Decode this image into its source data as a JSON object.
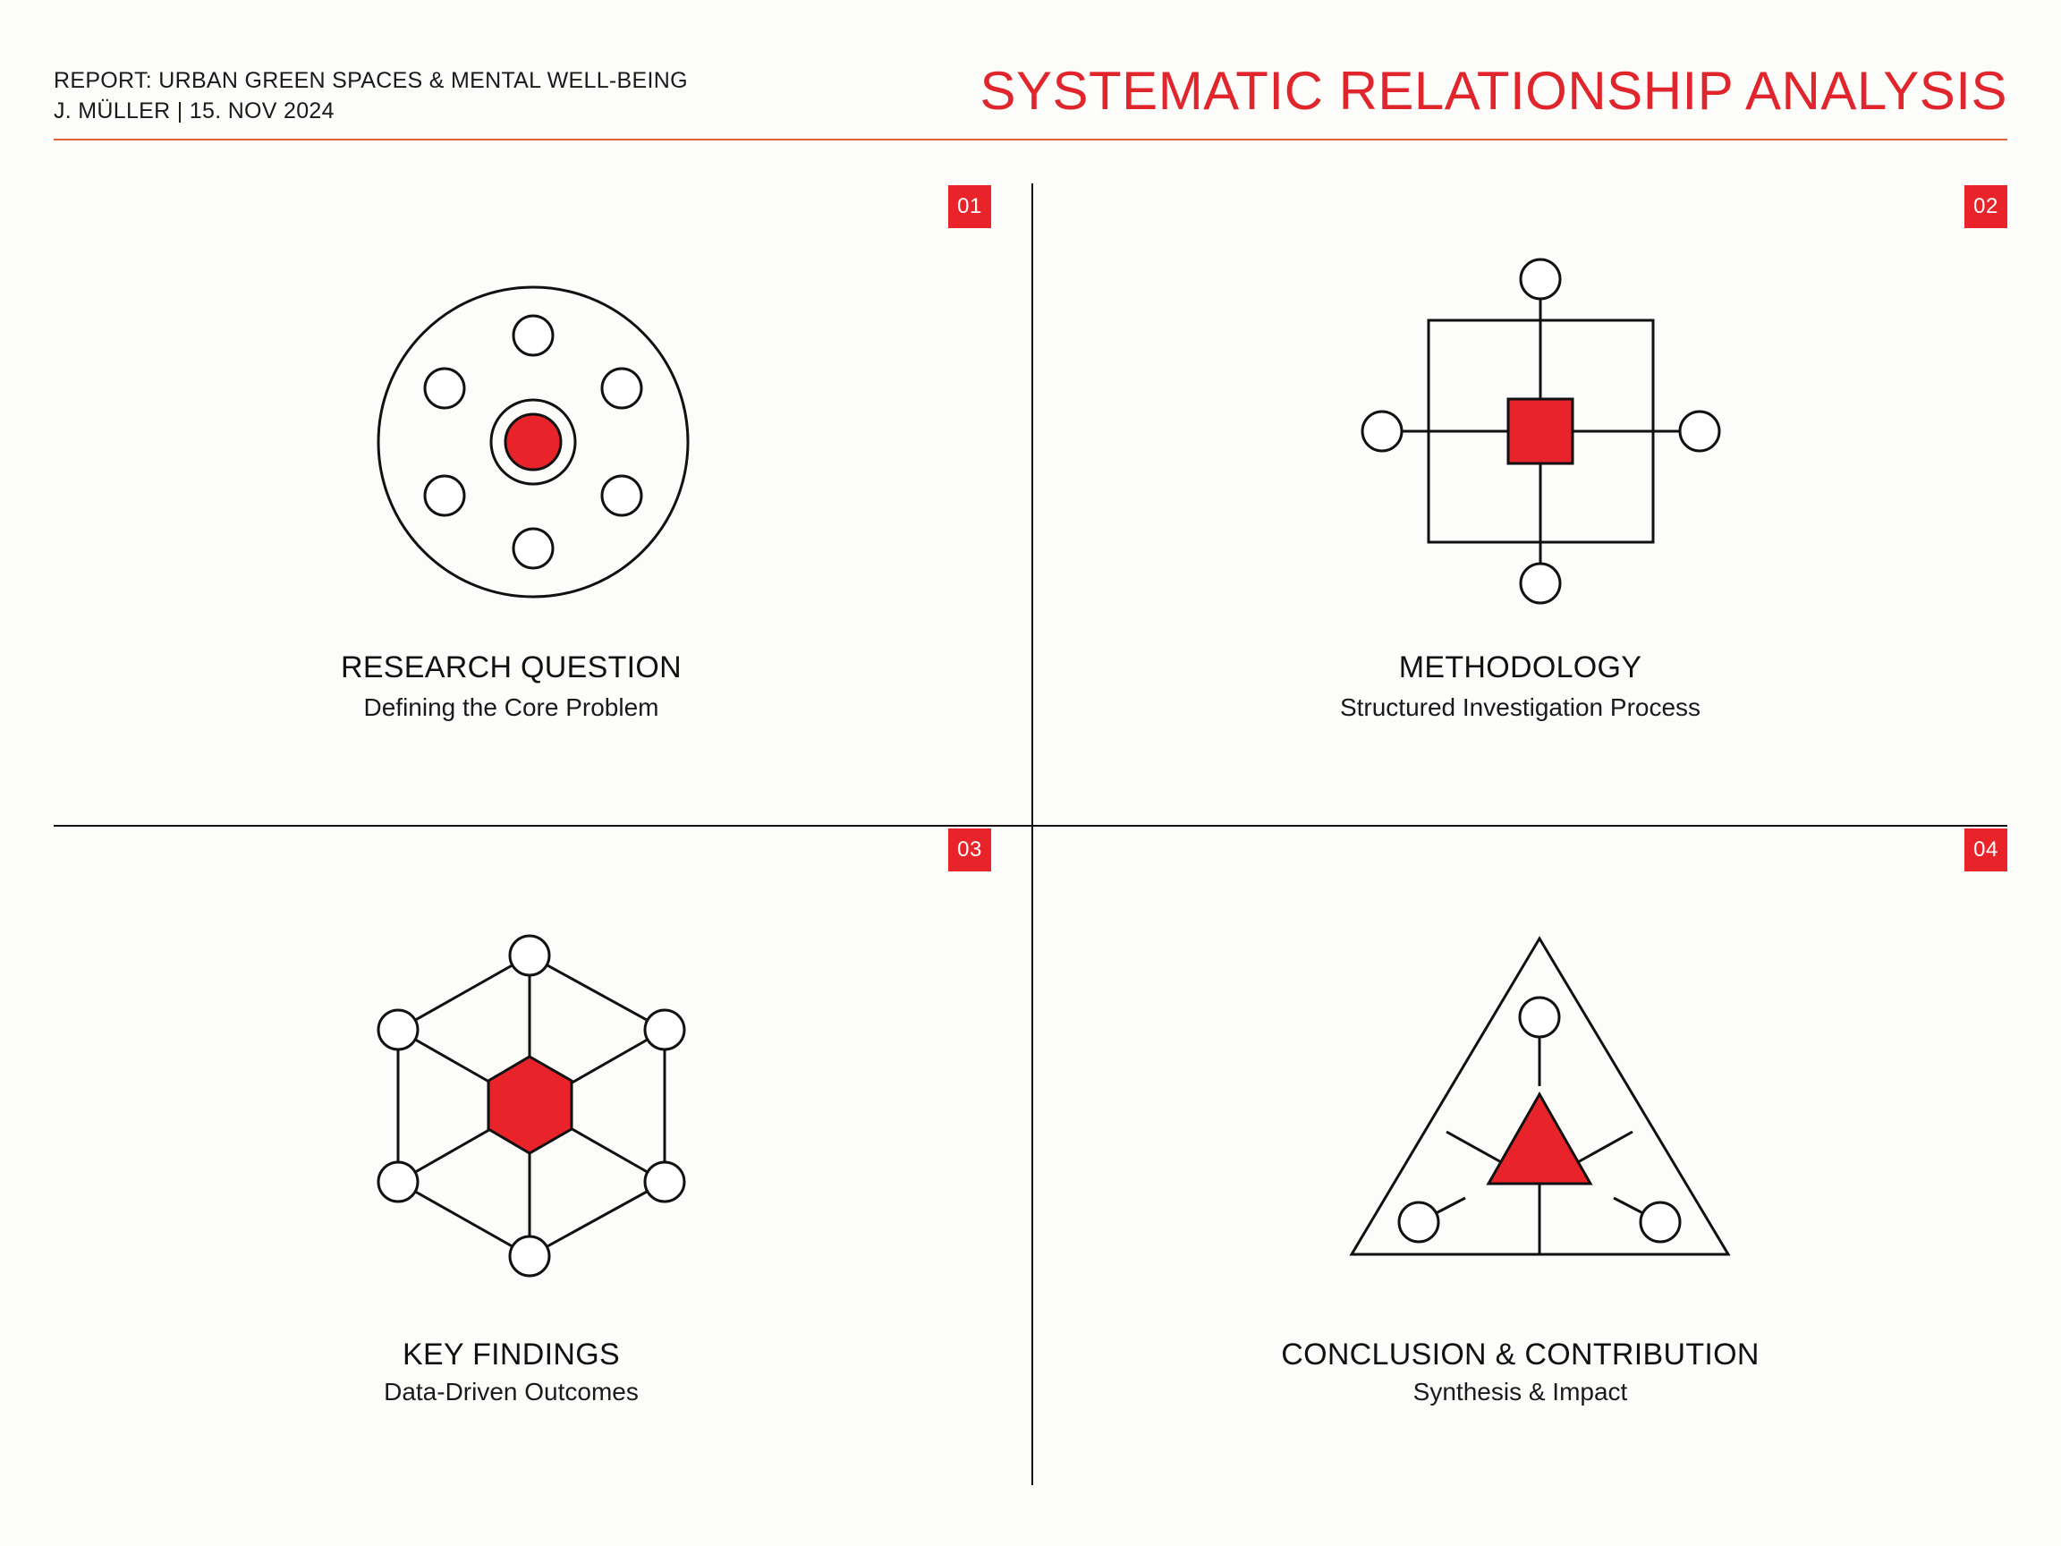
{
  "header": {
    "report_line": "REPORT: URBAN GREEN SPACES & MENTAL WELL-BEING",
    "author_line": "J. MÜLLER | 15. NOV 2024",
    "title": "SYSTEMATIC RELATIONSHIP ANALYSIS"
  },
  "colors": {
    "accent": "#e8232a",
    "title_red": "#e0262c",
    "rule": "#e0623a",
    "ink": "#111111"
  },
  "quadrants": [
    {
      "number": "01",
      "title": "RESEARCH QUESTION",
      "subtitle": "Defining the Core Problem",
      "icon": "radial-nodes-icon"
    },
    {
      "number": "02",
      "title": "METHODOLOGY",
      "subtitle": "Structured Investigation Process",
      "icon": "grid-cross-icon"
    },
    {
      "number": "03",
      "title": "KEY FINDINGS",
      "subtitle": "Data-Driven Outcomes",
      "icon": "hexagon-network-icon"
    },
    {
      "number": "04",
      "title": "CONCLUSION & CONTRIBUTION",
      "subtitle": "Synthesis & Impact",
      "icon": "triangle-network-icon"
    }
  ]
}
